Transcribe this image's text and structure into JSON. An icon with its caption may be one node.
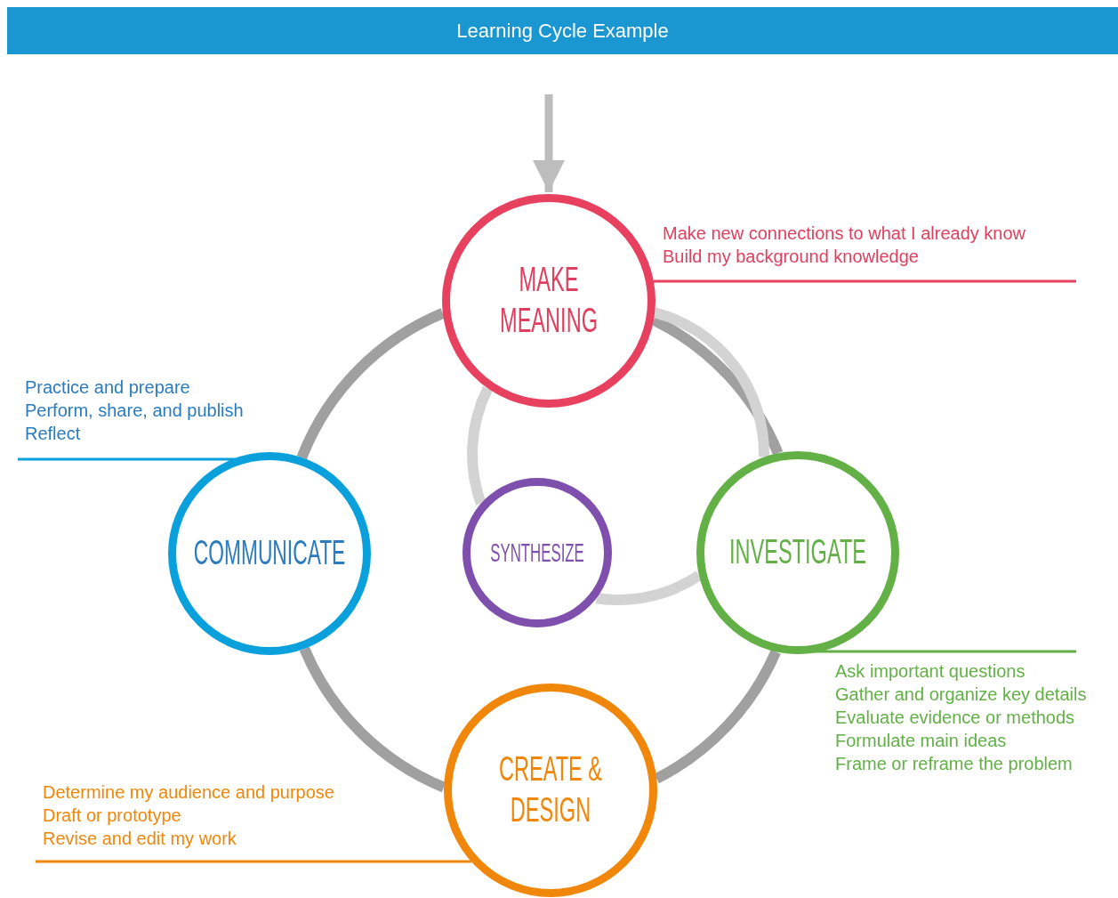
{
  "diagram": {
    "title": "Learning Cycle Example",
    "nodes": [
      {
        "text": [
          "MAKE MEANING"
        ],
        "beside": [
          "Make new connections to what I already know",
          "Build my background knowledge"
        ]
      },
      {
        "text": [
          "INVESTIGATE"
        ],
        "beside": [
          "Ask important questions",
          "Gather and organize key details",
          "Evaluate evidence or methods",
          "Formulate main ideas",
          "Frame or reframe the problem"
        ]
      },
      {
        "text": [
          "CREATE & DESIGN"
        ],
        "beside": [
          "Determine my audience and purpose",
          "Draft or prototype",
          "Revise and edit my work"
        ]
      },
      {
        "text": [
          "COMMUNICATE"
        ],
        "beside": [
          "Practice and prepare",
          "Perform, share, and publish",
          "Reflect"
        ]
      },
      {
        "text": [
          "SYNTHESIZE"
        ]
      }
    ],
    "edges": [
      {
        "from": null,
        "to": 0,
        "arrow": "to",
        "color": "#bdbdbd"
      },
      {
        "from": 0,
        "to": 1,
        "arrow": "none"
      },
      {
        "from": 1,
        "to": 2,
        "arrow": "none"
      },
      {
        "from": 2,
        "to": 3,
        "arrow": "none"
      },
      {
        "from": 3,
        "to": 0,
        "arrow": "none"
      },
      {
        "from": 0,
        "to": 1,
        "arrow": "none",
        "color": "#d3d3d3"
      },
      {
        "from": 1,
        "to": 4,
        "arrow": "none",
        "color": "#d3d3d3"
      },
      {
        "from": 4,
        "to": 0,
        "arrow": "none",
        "color": "#d3d3d3"
      }
    ]
  }
}
